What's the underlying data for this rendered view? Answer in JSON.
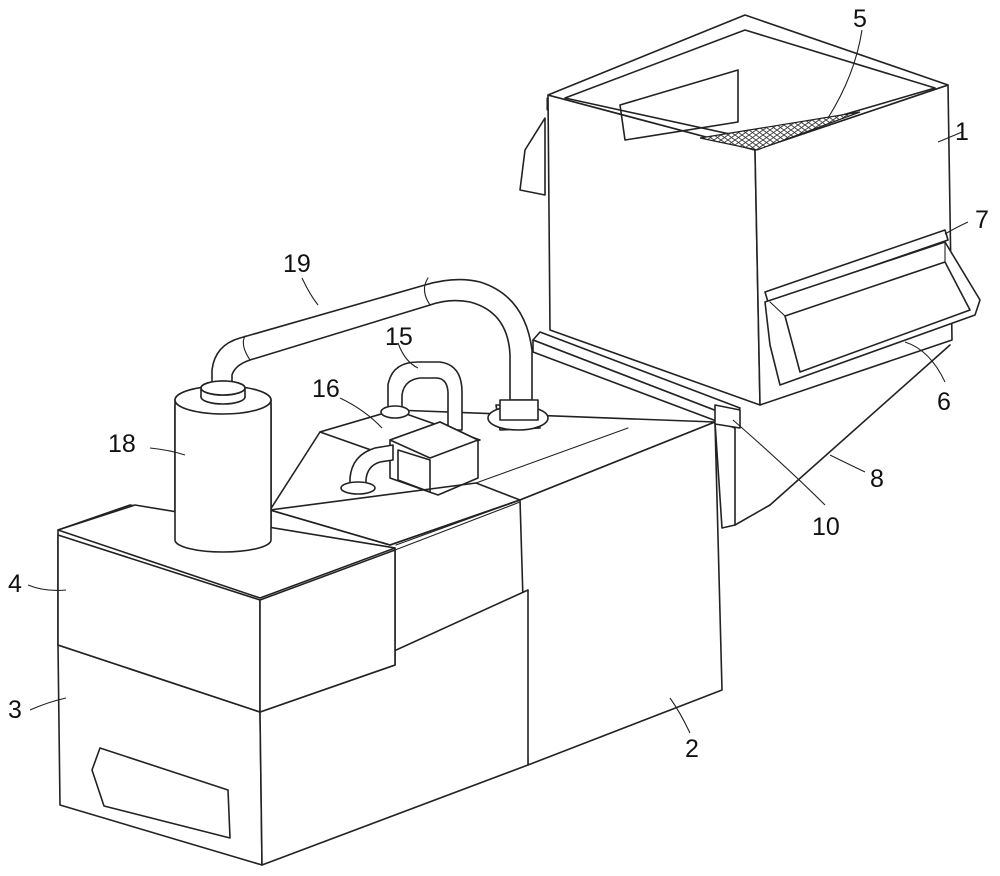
{
  "labels": {
    "l1": "1",
    "l2": "2",
    "l3": "3",
    "l4": "4",
    "l5": "5",
    "l6": "6",
    "l7": "7",
    "l8": "8",
    "l10": "10",
    "l15": "15",
    "l16": "16",
    "l18": "18",
    "l19": "19"
  }
}
